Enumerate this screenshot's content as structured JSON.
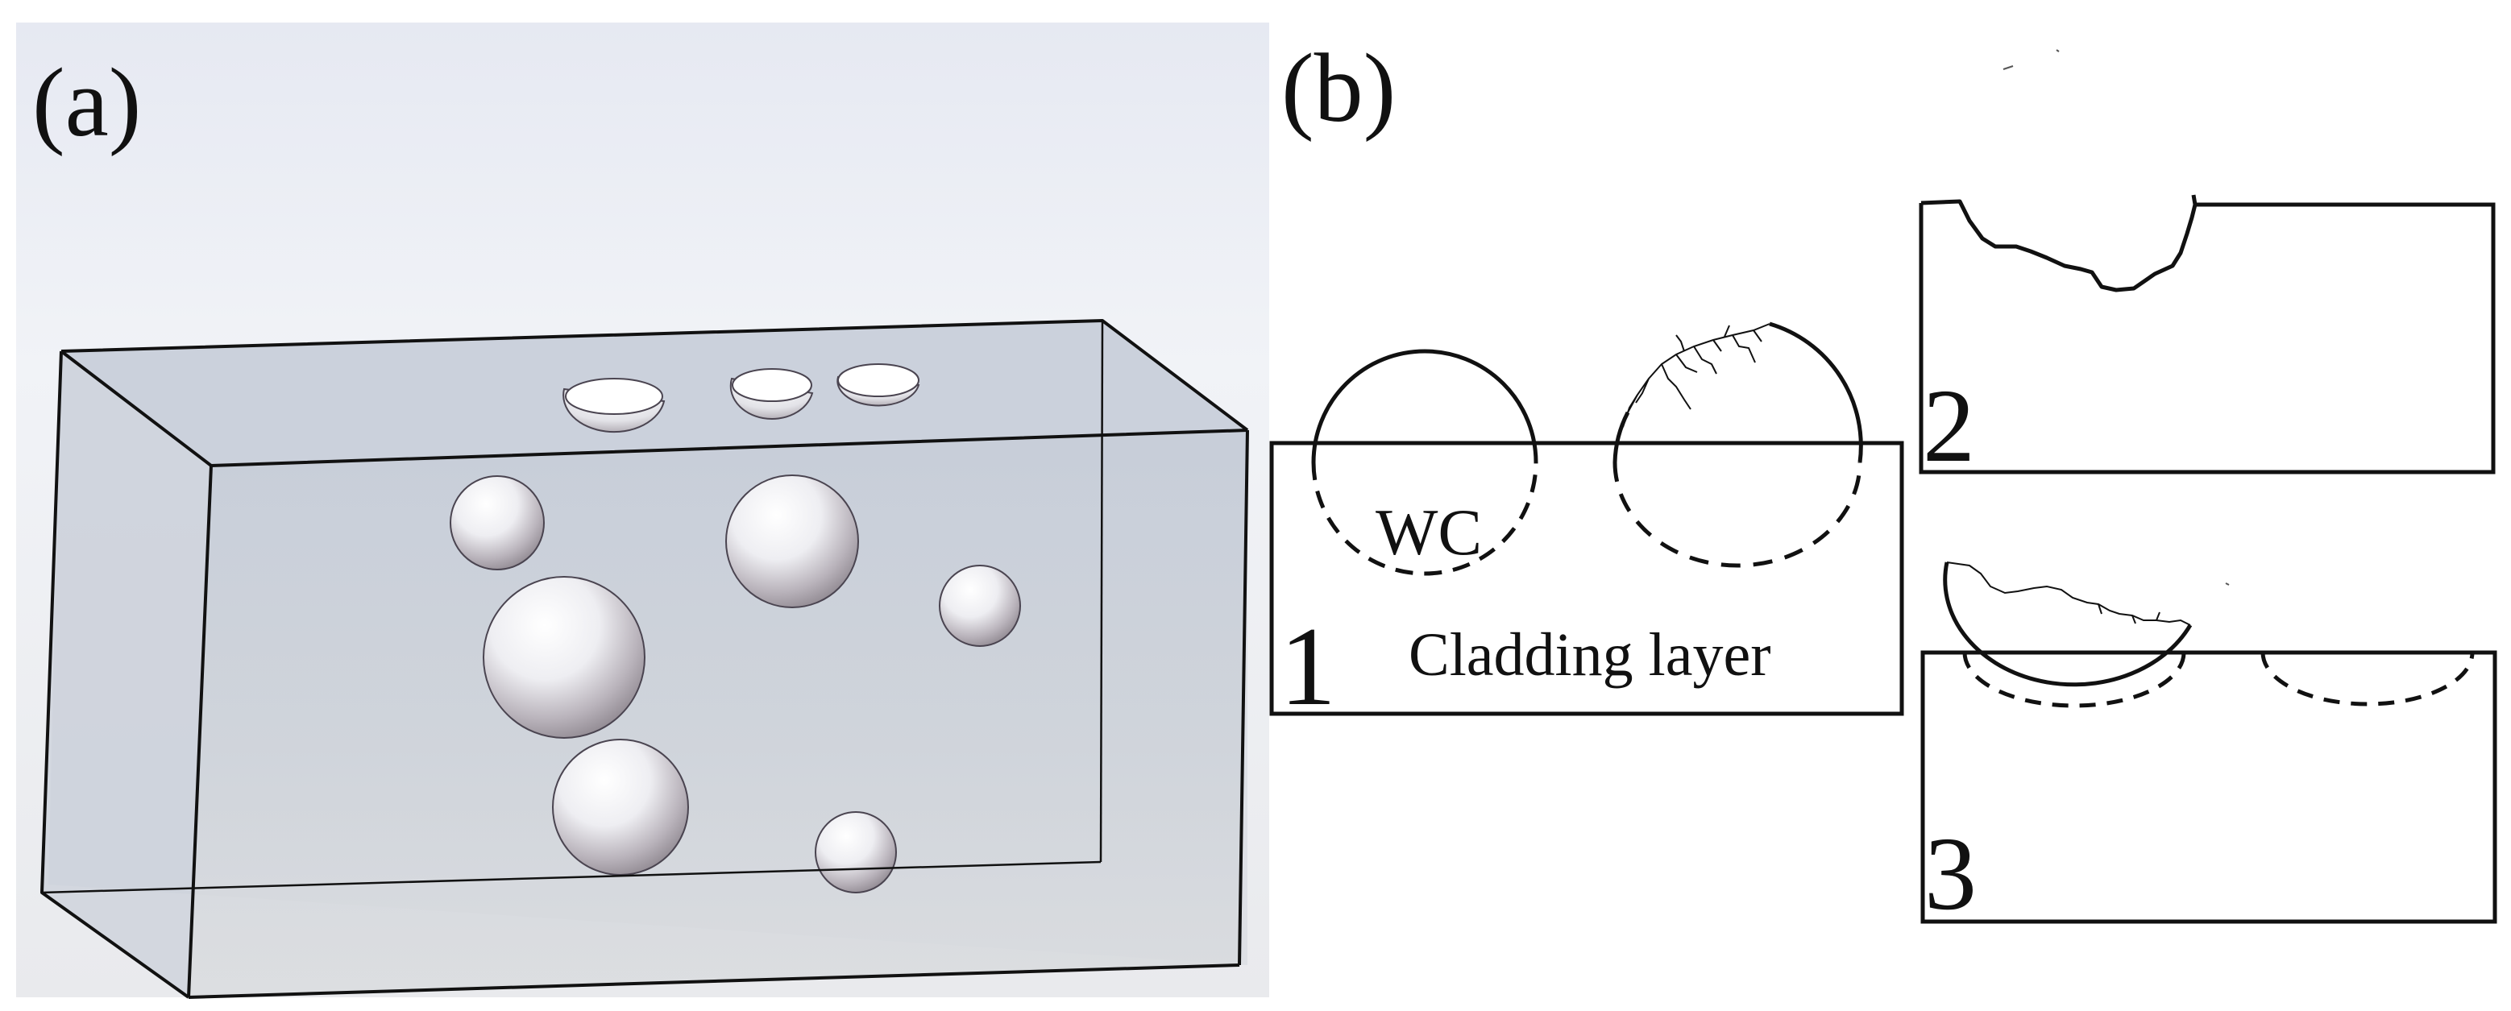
{
  "panel_a": {
    "label": "(a)"
  },
  "panel_b": {
    "label": "(b)",
    "sub1": {
      "number": "1",
      "wc_label": "WC",
      "layer_label": "Cladding layer"
    },
    "sub2": {
      "number": "2"
    },
    "sub3": {
      "number": "3"
    }
  },
  "colors": {
    "stroke": "#111111",
    "box_face": "#c7cdd6",
    "sphere_light": "#fbfbfd",
    "sphere_dark": "#9b949c"
  }
}
